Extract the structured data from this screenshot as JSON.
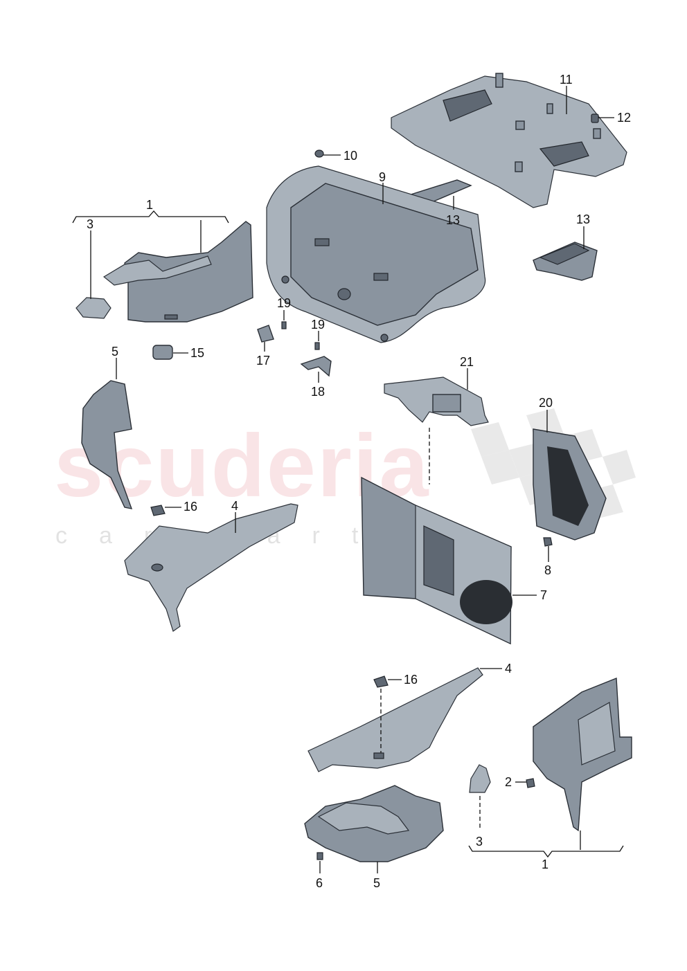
{
  "watermark": {
    "brand": "scuderia",
    "sub": "car parts"
  },
  "callouts": {
    "c1_top": "1",
    "c3_top": "3",
    "c15": "15",
    "c5_left": "5",
    "c16_left": "16",
    "c4_left": "4",
    "c17": "17",
    "c19_a": "19",
    "c19_b": "19",
    "c18": "18",
    "c10": "10",
    "c9": "9",
    "c11": "11",
    "c12": "12",
    "c13_a": "13",
    "c13_b": "13",
    "c21": "21",
    "c20": "20",
    "c8": "8",
    "c7": "7",
    "c16_right": "16",
    "c4_right": "4",
    "c2": "2",
    "c3_bottom": "3",
    "c1_bottom": "1",
    "c6": "6",
    "c5_bottom": "5"
  },
  "colors": {
    "part_fill": "#8a949f",
    "part_light": "#a9b2bb",
    "part_dark": "#5f6873",
    "watermark": "#e1788299"
  }
}
